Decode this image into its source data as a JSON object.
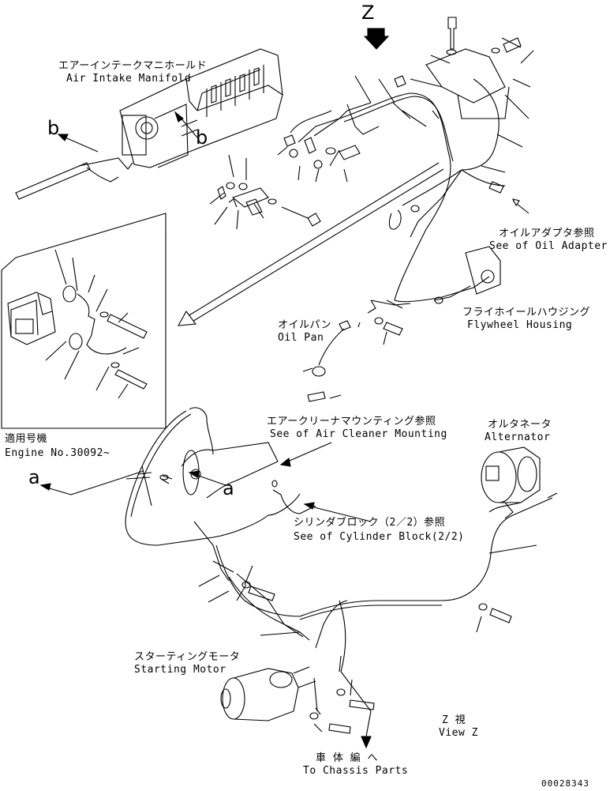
{
  "labels": {
    "view_marker": "Z",
    "intake_manifold_jp": "エアーインテークマニホールド",
    "intake_manifold_en": "Air Intake Manifold",
    "ref_b_left": "b",
    "ref_b_right": "b",
    "oil_adapter_jp": "オイルアダプタ参照",
    "oil_adapter_en": "See of Oil Adapter",
    "flywheel_jp": "フライホイールハウジング",
    "flywheel_en": "Flywheel Housing",
    "oil_pan_jp": "オイルパン",
    "oil_pan_en": "Oil Pan",
    "air_cleaner_jp": "エアークリーナマウンティング参照",
    "air_cleaner_en": "See of Air Cleaner Mounting",
    "alternator_jp": "オルタネータ",
    "alternator_en": "Alternator",
    "applicable_jp": "適用号機",
    "applicable_en": "Engine No.30092~",
    "ref_a_left": "a",
    "ref_a_right": "a",
    "cyl_block_jp": "シリンダブロック（2／2）参照",
    "cyl_block_en": "See of Cylinder Block(2/2)",
    "starting_motor_jp": "スターティングモータ",
    "starting_motor_en": "Starting Motor",
    "view_z_jp": "Z 視",
    "view_z_en": "View Z",
    "chassis_jp": "車 体 編 へ",
    "chassis_en": "To Chassis Parts",
    "drawing_number": "00028343"
  }
}
